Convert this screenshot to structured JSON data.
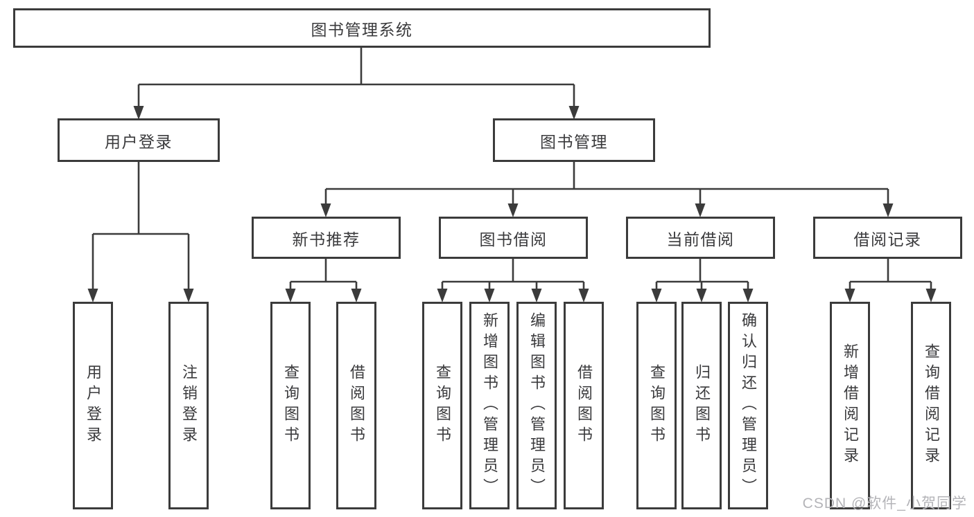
{
  "diagram_type": "hierarchy-tree",
  "tree": {
    "label": "图书管理系统",
    "children": [
      {
        "label": "用户登录",
        "children": [
          {
            "label": "用户登录"
          },
          {
            "label": "注销登录"
          }
        ]
      },
      {
        "label": "图书管理",
        "children": [
          {
            "label": "新书推荐",
            "children": [
              {
                "label": "查询图书"
              },
              {
                "label": "借阅图书"
              }
            ]
          },
          {
            "label": "图书借阅",
            "children": [
              {
                "label": "查询图书"
              },
              {
                "label": "新增图书（管理员）"
              },
              {
                "label": "编辑图书（管理员）"
              },
              {
                "label": "借阅图书"
              }
            ]
          },
          {
            "label": "当前借阅",
            "children": [
              {
                "label": "查询图书"
              },
              {
                "label": "归还图书"
              },
              {
                "label": "确认归还（管理员）"
              }
            ]
          },
          {
            "label": "借阅记录",
            "children": [
              {
                "label": "新增借阅记录"
              },
              {
                "label": "查询借阅记录"
              }
            ]
          }
        ]
      }
    ]
  },
  "watermark": {
    "text": "CSDN @软件_小贺同学"
  },
  "colors": {
    "line": "#3b3b3b",
    "text": "#3a3a3c",
    "box_bg": "#ffffff",
    "watermark": "#b4b4b8",
    "background": "#ffffff"
  }
}
